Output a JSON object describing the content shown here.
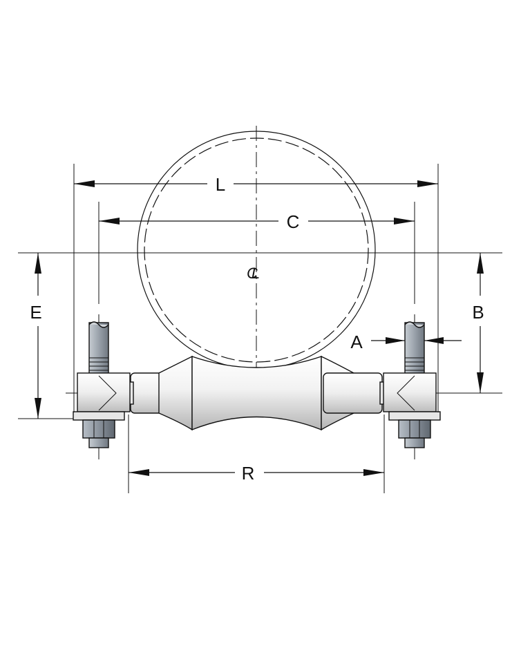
{
  "dimensions": {
    "L": "L",
    "C": "C",
    "E": "E",
    "B": "B",
    "A": "A",
    "R": "R"
  },
  "centerline_symbol": "CL",
  "colors": {
    "line": "#111111",
    "metal_light": "#f4f4f4",
    "metal_dark": "#b8b8b8",
    "stud": "#a9b0b8",
    "nut": "#8f96a0"
  }
}
